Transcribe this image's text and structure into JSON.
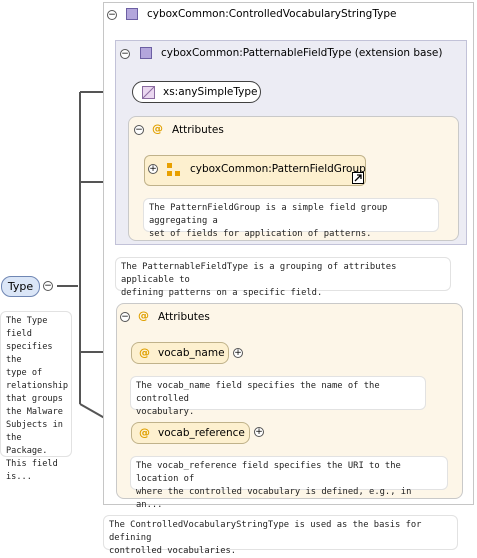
{
  "root_element": {
    "name": "Type",
    "documentation": [
      "The Type",
      "field",
      "specifies the",
      "type of",
      "relationship",
      "that groups",
      "the Malware",
      "Subjects in",
      "the Package.",
      "This field is..."
    ]
  },
  "complex_type": {
    "name": "cyboxCommon:ControlledVocabularyStringType",
    "documentation": [
      "The ControlledVocabularyStringType is used as the basis for defining",
      "controlled vocabularies."
    ]
  },
  "extension_base": {
    "name": "cyboxCommon:PatternableFieldType (extension base)",
    "documentation": [
      "The PatternableFieldType is a grouping of attributes applicable to",
      "defining patterns on a specific field."
    ]
  },
  "simple_type": {
    "name": "xs:anySimpleType"
  },
  "inner_attributes": {
    "label": "Attributes",
    "group": {
      "name": "cyboxCommon:PatternFieldGroup",
      "documentation": [
        "The PatternFieldGroup is a simple field group aggregating a",
        "set of fields for application of patterns."
      ]
    }
  },
  "outer_attributes": {
    "label": "Attributes",
    "items": [
      {
        "name": "vocab_name",
        "documentation": [
          "The vocab_name field specifies the name of the controlled",
          "vocabulary."
        ]
      },
      {
        "name": "vocab_reference",
        "documentation": [
          "The vocab_reference field specifies the URI to the location of",
          "where the controlled vocabulary is defined, e.g., in an..."
        ]
      }
    ]
  },
  "symbols": {
    "collapse": "−",
    "expand": "+",
    "attribute": "@"
  }
}
